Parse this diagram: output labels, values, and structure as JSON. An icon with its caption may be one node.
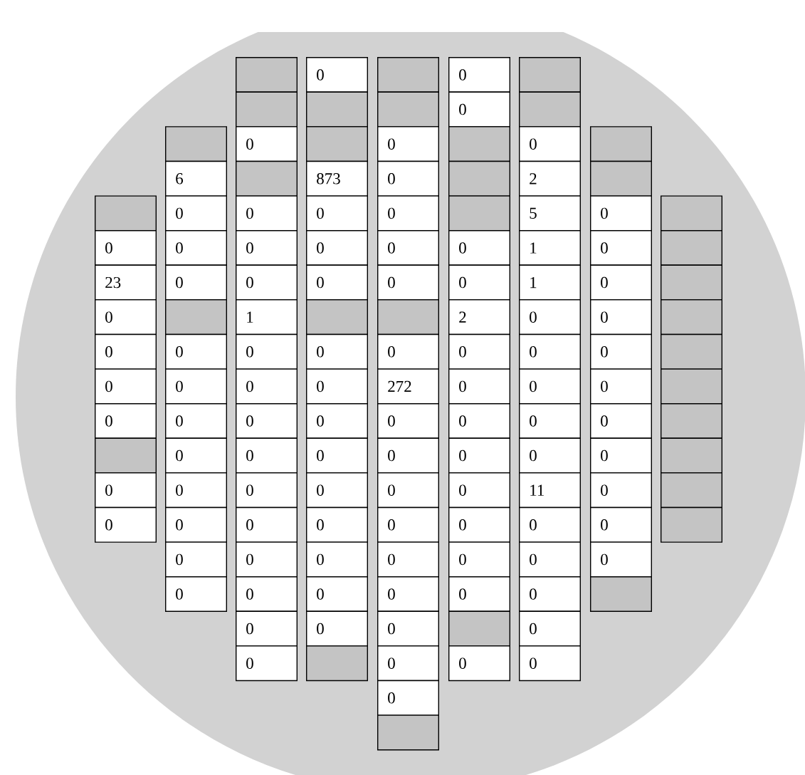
{
  "diagram": {
    "nodes": [
      {
        "text": [],
        "shape": "box"
      },
      {
        "text": [
          "0"
        ]
      },
      {
        "text": [],
        "shape": "box"
      },
      {
        "text": [
          "0"
        ]
      },
      {
        "text": [],
        "shape": "box"
      },
      {
        "text": [],
        "shape": "box"
      },
      {
        "text": [],
        "shape": "box"
      },
      {
        "text": [],
        "shape": "box"
      },
      {
        "text": [
          "0"
        ]
      },
      {
        "text": [],
        "shape": "box"
      },
      {
        "text": [],
        "shape": "box"
      },
      {
        "text": [
          "0"
        ]
      },
      {
        "text": [],
        "shape": "box"
      },
      {
        "text": [
          "0"
        ]
      },
      {
        "text": [],
        "shape": "box"
      },
      {
        "text": [
          "0"
        ]
      },
      {
        "text": [],
        "shape": "box"
      },
      {
        "text": [
          "6"
        ]
      },
      {
        "text": [],
        "shape": "box"
      },
      {
        "text": [
          "873"
        ]
      },
      {
        "text": [
          "0"
        ]
      },
      {
        "text": [],
        "shape": "box"
      },
      {
        "text": [
          "2"
        ]
      },
      {
        "text": [],
        "shape": "box"
      },
      {
        "text": [],
        "shape": "box"
      },
      {
        "text": [
          "0"
        ]
      },
      {
        "text": [
          "0"
        ]
      },
      {
        "text": [
          "0"
        ]
      },
      {
        "text": [
          "0"
        ]
      },
      {
        "text": [],
        "shape": "box"
      },
      {
        "text": [
          "5"
        ]
      },
      {
        "text": [
          "0"
        ]
      },
      {
        "text": [],
        "shape": "box"
      },
      {
        "text": [
          "0"
        ]
      },
      {
        "text": [
          "0"
        ]
      },
      {
        "text": [
          "0"
        ]
      },
      {
        "text": [
          "0"
        ]
      },
      {
        "text": [
          "0"
        ]
      },
      {
        "text": [
          "0"
        ]
      },
      {
        "text": [
          "1"
        ]
      },
      {
        "text": [
          "0"
        ]
      },
      {
        "text": [],
        "shape": "box"
      },
      {
        "text": [
          "23"
        ]
      },
      {
        "text": [
          "0"
        ]
      },
      {
        "text": [
          "0"
        ]
      },
      {
        "text": [
          "0"
        ]
      },
      {
        "text": [
          "0"
        ]
      },
      {
        "text": [
          "0"
        ]
      },
      {
        "text": [
          "1"
        ]
      },
      {
        "text": [
          "0"
        ]
      },
      {
        "text": [],
        "shape": "box"
      },
      {
        "text": [
          "0"
        ]
      },
      {
        "text": [],
        "shape": "box"
      },
      {
        "text": [
          "1"
        ]
      },
      {
        "text": [],
        "shape": "box"
      },
      {
        "text": [],
        "shape": "box"
      },
      {
        "text": [
          "2"
        ]
      },
      {
        "text": [
          "0"
        ]
      },
      {
        "text": [
          "0"
        ]
      },
      {
        "text": [],
        "shape": "box"
      },
      {
        "text": [
          "0"
        ]
      },
      {
        "text": [
          "0"
        ]
      },
      {
        "text": [
          "0"
        ]
      },
      {
        "text": [
          "0"
        ]
      },
      {
        "text": [
          "0"
        ]
      },
      {
        "text": [
          "0"
        ]
      },
      {
        "text": [
          "0"
        ]
      },
      {
        "text": [
          "0"
        ]
      },
      {
        "text": [],
        "shape": "box"
      },
      {
        "text": [
          "0"
        ]
      },
      {
        "text": [
          "0"
        ]
      },
      {
        "text": [
          "0"
        ]
      },
      {
        "text": [
          "0"
        ]
      },
      {
        "text": [
          "272"
        ]
      },
      {
        "text": [
          "0"
        ]
      },
      {
        "text": [
          "0"
        ]
      },
      {
        "text": [
          "0"
        ]
      },
      {
        "text": [],
        "shape": "box"
      },
      {
        "text": [
          "0"
        ]
      },
      {
        "text": [
          "0"
        ]
      },
      {
        "text": [
          "0"
        ]
      },
      {
        "text": [
          "0"
        ]
      },
      {
        "text": [
          "0"
        ]
      },
      {
        "text": [
          "0"
        ]
      },
      {
        "text": [
          "0"
        ]
      },
      {
        "text": [
          "0"
        ]
      },
      {
        "text": [],
        "shape": "box"
      },
      {
        "text": [],
        "shape": "box"
      },
      {
        "text": [
          "0"
        ]
      },
      {
        "text": [
          "0"
        ]
      },
      {
        "text": [
          "0"
        ]
      },
      {
        "text": [
          "0"
        ]
      },
      {
        "text": [
          "0"
        ]
      },
      {
        "text": [
          "0"
        ]
      },
      {
        "text": [
          "0"
        ]
      },
      {
        "text": [],
        "shape": "box"
      },
      {
        "text": [
          "0"
        ]
      },
      {
        "text": [
          "0"
        ]
      },
      {
        "text": [
          "0"
        ]
      },
      {
        "text": [
          "0"
        ]
      },
      {
        "text": [
          "0"
        ]
      },
      {
        "text": [
          "0"
        ]
      },
      {
        "text": [
          "11"
        ]
      },
      {
        "text": [
          "0"
        ]
      },
      {
        "text": [],
        "shape": "box"
      },
      {
        "text": [
          "0"
        ]
      },
      {
        "text": [
          "0"
        ]
      },
      {
        "text": [
          "0"
        ]
      },
      {
        "text": [
          "0"
        ]
      },
      {
        "text": [
          "0"
        ]
      },
      {
        "text": [
          "0"
        ]
      },
      {
        "text": [
          "0"
        ]
      },
      {
        "text": [
          "0"
        ]
      },
      {
        "text": [],
        "shape": "box"
      },
      {
        "text": [
          "0"
        ]
      },
      {
        "text": [
          "0"
        ]
      },
      {
        "text": [
          "0"
        ]
      },
      {
        "text": [
          "0"
        ]
      },
      {
        "text": [
          "0"
        ]
      },
      {
        "text": [
          "0"
        ]
      },
      {
        "text": [
          "0"
        ]
      },
      {
        "text": [
          "0"
        ]
      },
      {
        "text": [
          "0"
        ]
      },
      {
        "text": [
          "0"
        ]
      },
      {
        "text": [
          "0"
        ]
      },
      {
        "text": [
          "0"
        ]
      },
      {
        "text": [
          "0"
        ]
      },
      {
        "text": [],
        "shape": "box"
      },
      {
        "text": [
          "0"
        ]
      },
      {
        "text": [
          "0"
        ]
      },
      {
        "text": [
          "0"
        ]
      },
      {
        "text": [],
        "shape": "box"
      },
      {
        "text": [
          "0"
        ]
      },
      {
        "text": [
          "0"
        ]
      },
      {
        "text": [],
        "shape": "box"
      },
      {
        "text": [
          "0"
        ]
      },
      {
        "text": [
          "0"
        ]
      },
      {
        "text": [
          "0"
        ]
      },
      {
        "text": [
          "0"
        ]
      },
      {
        "text": [],
        "shape": "box"
      }
    ]
  }
}
